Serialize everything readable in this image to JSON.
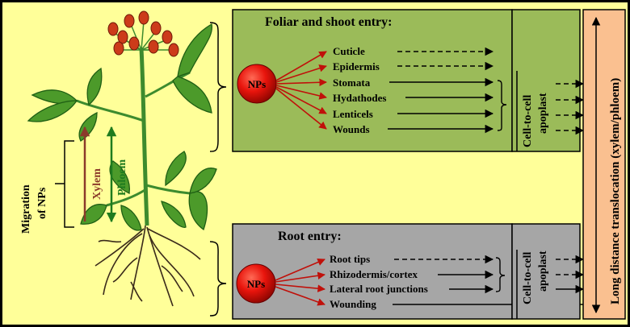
{
  "foliar": {
    "title": "Foliar and shoot entry:",
    "np_label": "NPs",
    "routes": [
      "Cuticle",
      "Epidermis",
      "Stomata",
      "Hydathodes",
      "Lenticels",
      "Wounds"
    ],
    "apoplast_line1": "Cell-to-cell",
    "apoplast_line2": "apoplast"
  },
  "root": {
    "title": "Root entry:",
    "np_label": "NPs",
    "routes": [
      "Root tips",
      "Rhizodermis/cortex",
      "Lateral root junctions",
      "Wounding"
    ],
    "apoplast_line1": "Cell-to-cell",
    "apoplast_line2": "apoplast"
  },
  "long_distance": "Long distance translocation (xylem/phloem)",
  "migration": {
    "line1": "Migration",
    "line2": "of NPs"
  },
  "xylem_label": "Xylem",
  "phloem_label": "Phloem",
  "colors": {
    "background": "#ffff99",
    "foliar_panel": "#9bbb59",
    "root_panel": "#a6a6a6",
    "long_distance_panel": "#fac090",
    "np_ball": "#e8140c",
    "xylem": "#8b3a2a",
    "phloem": "#1e7b1e",
    "stem": "#3d8b2e",
    "leaf": "#4c9a2a",
    "berry": "#cc3b1a"
  }
}
